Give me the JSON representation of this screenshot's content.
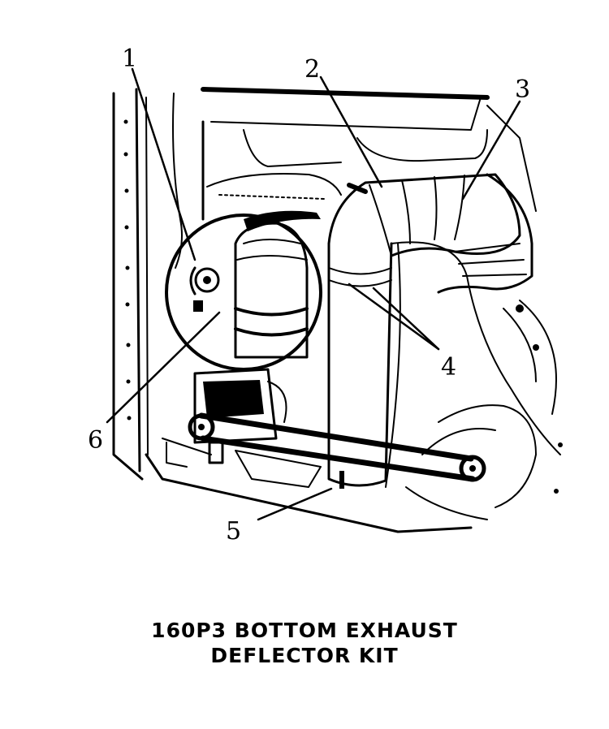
{
  "callouts": {
    "n1": "1",
    "n2": "2",
    "n3": "3",
    "n4": "4",
    "n5": "5",
    "n6": "6"
  },
  "caption": {
    "line1": "160P3 BOTTOM EXHAUST",
    "line2": "DEFLECTOR KIT"
  }
}
